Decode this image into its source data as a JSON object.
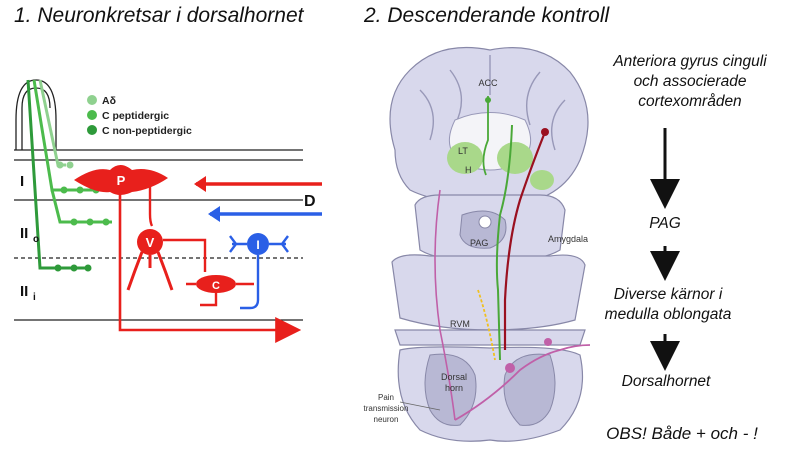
{
  "panel_left": {
    "title": "1. Neuronkretsar i dorsalhornet",
    "legend": [
      {
        "label": "Aδ",
        "color": "#8fd18f"
      },
      {
        "label": "C peptidergic",
        "color": "#4cbb4c"
      },
      {
        "label": "C non-peptidergic",
        "color": "#2e9a3a"
      }
    ],
    "laminae": {
      "lamina1": "I",
      "lamina2o": "II",
      "lamina2o_sub": "o",
      "lamina2i": "II",
      "lamina2i_sub": "i"
    },
    "neurons": {
      "projection": "P",
      "vertical": "V",
      "central": "C",
      "inhibitory": "I"
    },
    "descending_label": "D",
    "colors": {
      "red": "#e8201c",
      "blue": "#2a5fe6",
      "green_light": "#8fd18f",
      "green_mid": "#4cbb4c",
      "green_dark": "#2e9a3a"
    }
  },
  "panel_right": {
    "title": "2. Descenderande kontroll",
    "labels": {
      "acc": "ACC",
      "lt": "LT",
      "h": "H",
      "amygdala": "Amygdala",
      "pag": "PAG",
      "rvm": "RVM",
      "dorsal_horn_1": "Dorsal",
      "dorsal_horn_2": "horn",
      "pain_neuron_1": "Pain",
      "pain_neuron_2": "transmission",
      "pain_neuron_3": "neuron"
    },
    "colors": {
      "tissue": "#d8d8ec",
      "tissue_dark": "#b8b8d4",
      "thalamus_green": "#a9d88a",
      "magenta": "#c060a8",
      "dark_red": "#9a1020",
      "green": "#4aa838",
      "yellow": "#f0c020"
    }
  },
  "flowchart": {
    "step1": [
      "Anteriora gyrus cinguli",
      "och associerade",
      "cortexområden"
    ],
    "step2": "PAG",
    "step3": [
      "Diverse kärnor i",
      "medulla oblongata"
    ],
    "step4": "Dorsalhornet",
    "note": "OBS! Både + och - !"
  }
}
